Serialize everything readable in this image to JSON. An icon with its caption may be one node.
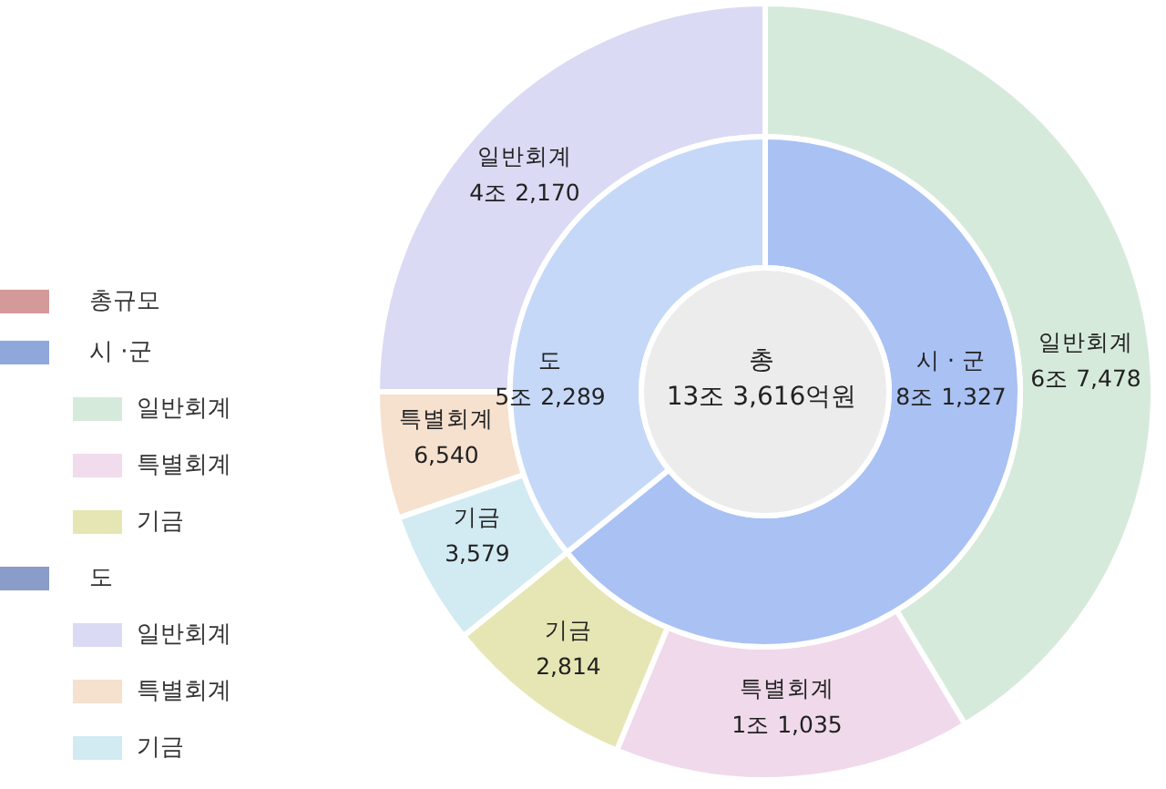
{
  "diagram": {
    "nodes": [
      {
        "text": [
          "총",
          "13조 3,616억원"
        ]
      },
      {
        "text": [
          "시 · 군",
          "8조 1,327"
        ]
      },
      {
        "text": [
          "도",
          "5조 2,289"
        ]
      },
      {
        "text": [
          "일반회계",
          "6조 7,478"
        ]
      },
      {
        "text": [
          "특별회계",
          "1조 1,035"
        ]
      },
      {
        "text": [
          "기금",
          "2,814"
        ]
      },
      {
        "text": [
          "일반회계",
          "4조 2,170"
        ]
      },
      {
        "text": [
          "특별회계",
          "6,540"
        ]
      },
      {
        "text": [
          "기금",
          "3,579"
        ]
      }
    ],
    "legend": [
      {
        "text": "총규모",
        "color": "#d49a9a"
      },
      {
        "text": "시 ·군",
        "color": "#8ea8dc"
      },
      {
        "text": "일반회계",
        "color": "#d6eadb"
      },
      {
        "text": "특별회계",
        "color": "#f0dcec"
      },
      {
        "text": "기금",
        "color": "#e6e6b4"
      },
      {
        "text": "도",
        "color": "#8a9cc8"
      },
      {
        "text": "일반회계",
        "color": "#dadaf4"
      },
      {
        "text": "특별회계",
        "color": "#f6e0ce"
      },
      {
        "text": "기금",
        "color": "#d2eaf2"
      }
    ]
  }
}
